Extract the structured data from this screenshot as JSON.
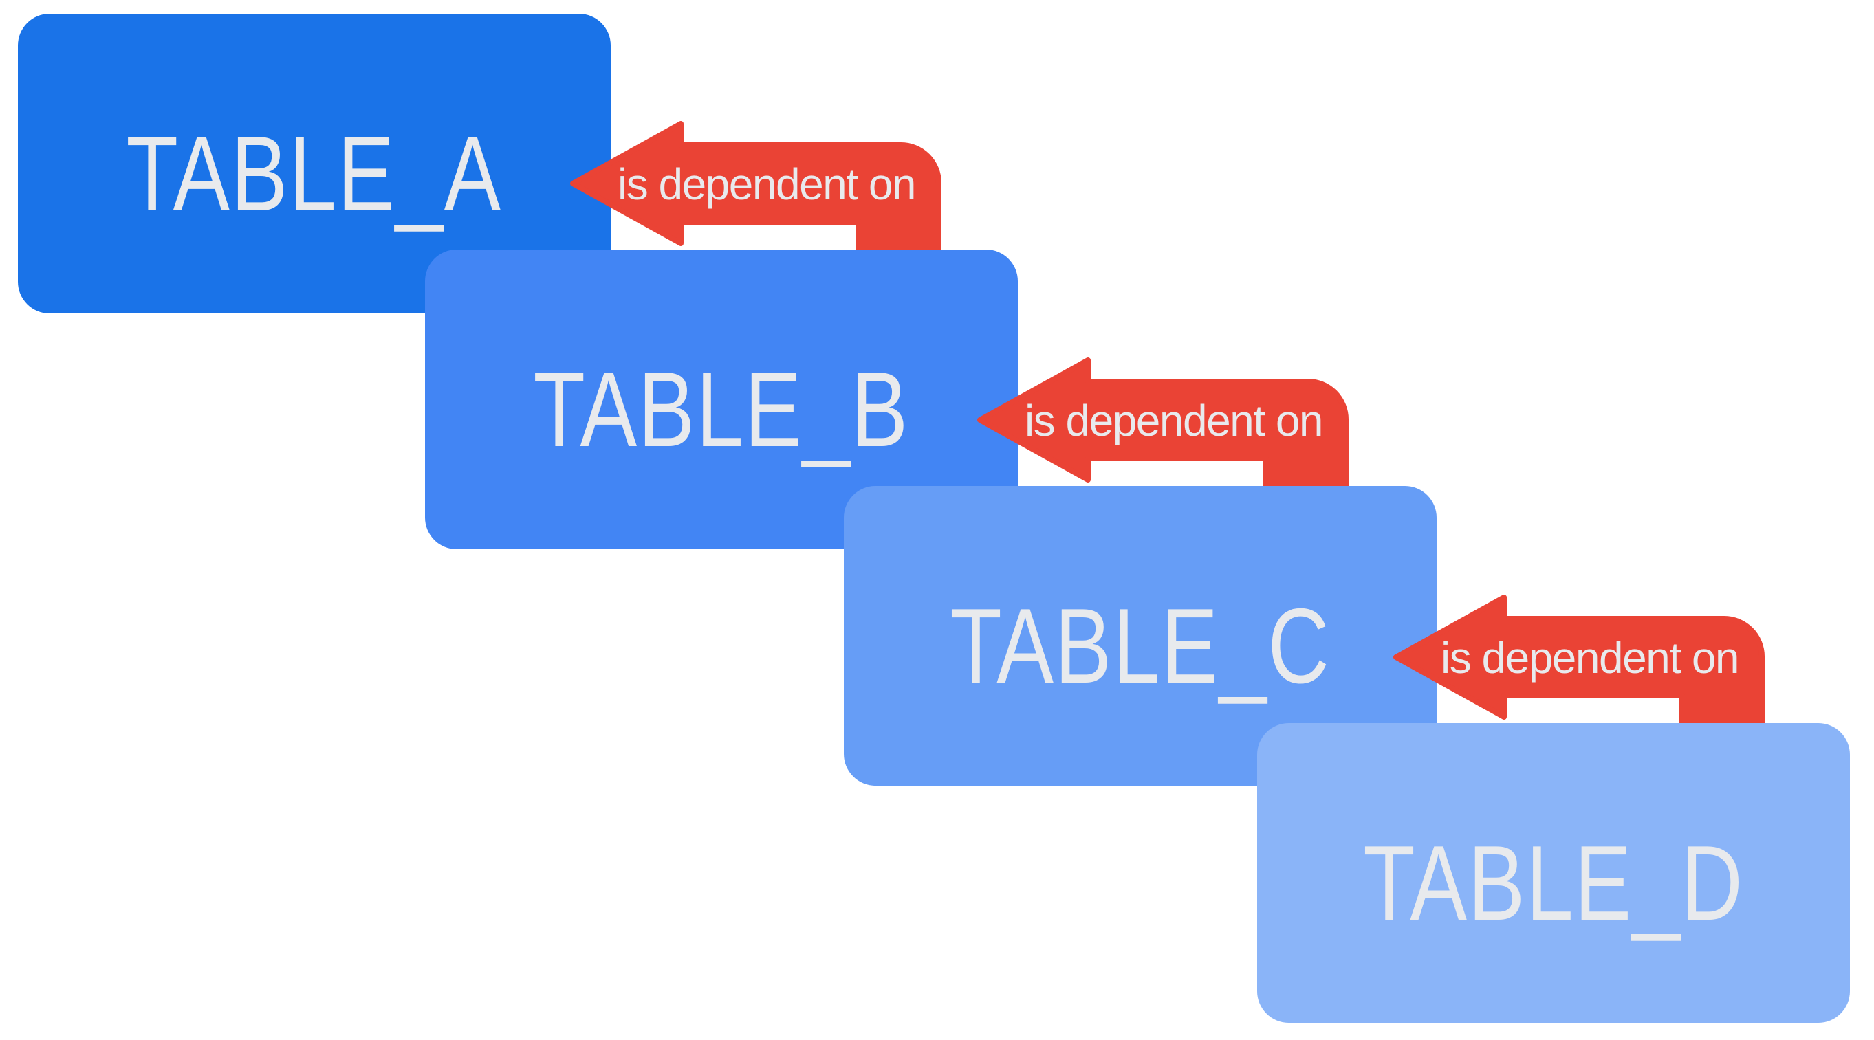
{
  "diagram": {
    "background": "#FFFFFF",
    "text_color": "#E8EAED",
    "arrow_color": "#EA4335",
    "arrow_text_color": "#E8EAED",
    "tables": [
      {
        "id": "table-a",
        "label": "TABLE_A",
        "color": "#1A73E8"
      },
      {
        "id": "table-b",
        "label": "TABLE_B",
        "color": "#4285F4"
      },
      {
        "id": "table-c",
        "label": "TABLE_C",
        "color": "#669DF6"
      },
      {
        "id": "table-d",
        "label": "TABLE_D",
        "color": "#8AB4F8"
      }
    ],
    "relationships": [
      {
        "from": "TABLE_B",
        "to": "TABLE_A",
        "label": "is dependent on"
      },
      {
        "from": "TABLE_C",
        "to": "TABLE_B",
        "label": "is dependent on"
      },
      {
        "from": "TABLE_D",
        "to": "TABLE_C",
        "label": "is dependent on"
      }
    ]
  }
}
